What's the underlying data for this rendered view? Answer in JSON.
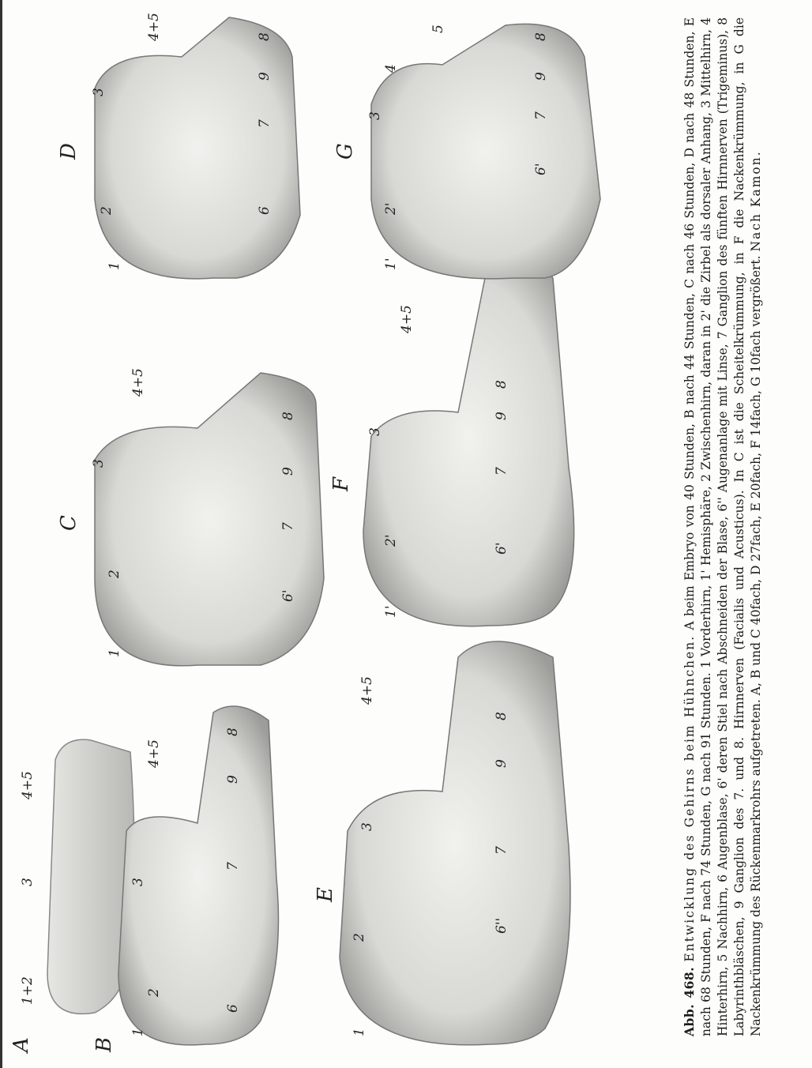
{
  "figures": {
    "A": {
      "letter": "A",
      "labels": [
        "1+2",
        "3",
        "4+5"
      ]
    },
    "B": {
      "letter": "B",
      "labels": [
        "1",
        "2",
        "3",
        "4+5",
        "6",
        "7",
        "9",
        "8"
      ]
    },
    "C": {
      "letter": "C",
      "labels": [
        "1",
        "2",
        "3",
        "4+5",
        "6'",
        "7",
        "9",
        "8"
      ]
    },
    "D": {
      "letter": "D",
      "labels": [
        "1",
        "2",
        "3",
        "4+5",
        "6",
        "7",
        "9",
        "8"
      ]
    },
    "E": {
      "letter": "E",
      "labels": [
        "1",
        "2",
        "3",
        "4+5",
        "6''",
        "7",
        "9",
        "8"
      ]
    },
    "F": {
      "letter": "F",
      "labels": [
        "1'",
        "2'",
        "3",
        "4+5",
        "6'",
        "7",
        "9",
        "8"
      ]
    },
    "G": {
      "letter": "G",
      "labels": [
        "1'",
        "2'",
        "3",
        "4",
        "5",
        "6'",
        "7",
        "9",
        "8"
      ]
    }
  },
  "caption": {
    "number": "Abb. 468.",
    "title": "Entwicklung des Gehirns beim Hühnchen.",
    "body1": "A beim Embryo von 40 Stunden, B nach 44 Stunden, C nach 46 Stunden, D nach 48 Stunden, E nach 68 Stunden, F nach 74 Stunden, G nach 91 Stunden.",
    "body2": "1 Vorderhirn, 1' Hemisphäre, 2 Zwischenhirn, daran in 2' die Zirbel als dorsaler Anhang, 3 Mittelhirn, 4 Hinterhirn, 5 Nachhirn, 6 Augenblase, 6' deren Stiel nach Abschneiden der Blase, 6'' Augenanlage mit Linse, 7 Ganglion des fünften Hirnnerven (Trigeminus), 8 Labyrinthbläschen, 9 Ganglion des 7. und 8. Hirnnerven (Facialis und Acusticus).",
    "body3": "In C ist die Scheitelkrümmung, in F die Nackenkrümmung, in G die Nackenkrümmung des Rückenmarkrohrs aufgetreten.",
    "body4": "A, B und C 40fach, D 27fach, E 20fach, F 14fach, G 10fach vergrößert.",
    "credit": "Nach Kamon."
  }
}
